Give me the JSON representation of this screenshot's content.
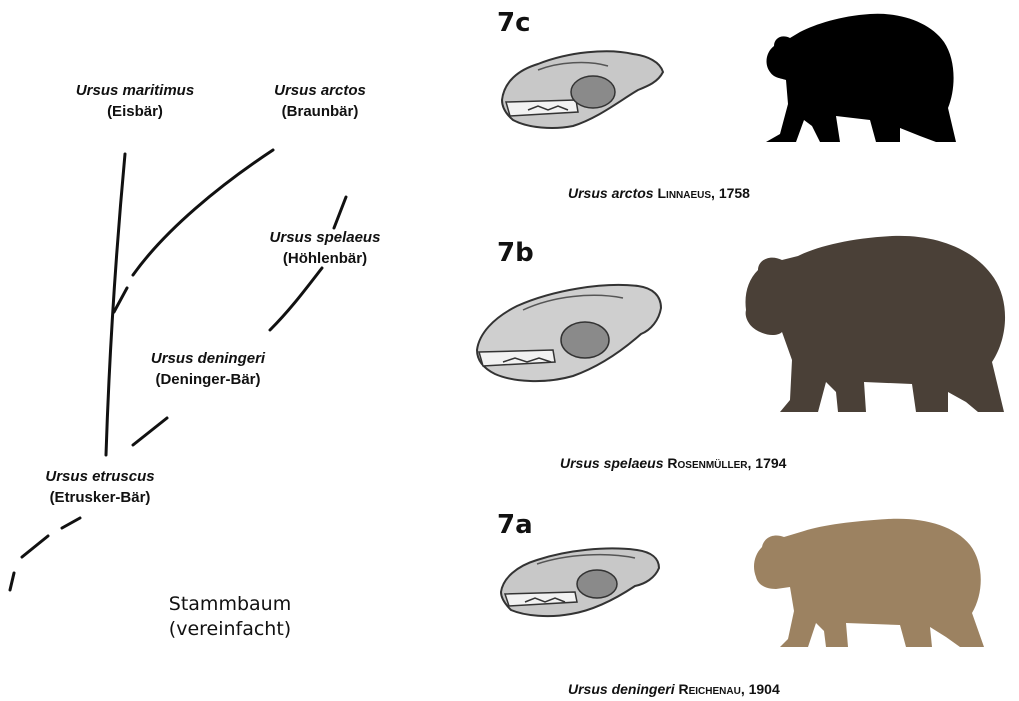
{
  "tree": {
    "taxa": [
      {
        "id": "maritimus",
        "scientific": "Ursus maritimus",
        "common": "(Eisbär)"
      },
      {
        "id": "arctos",
        "scientific": "Ursus arctos",
        "common": "(Braunbär)"
      },
      {
        "id": "spelaeus",
        "scientific": "Ursus spelaeus",
        "common": "(Höhlenbär)"
      },
      {
        "id": "deningeri",
        "scientific": "Ursus deningeri",
        "common": "(Deninger-Bär)"
      },
      {
        "id": "etruscus",
        "scientific": "Ursus etruscus",
        "common": "(Etrusker-Bär)"
      }
    ],
    "title_line1": "Stammbaum",
    "title_line2": "(vereinfacht)"
  },
  "panels": [
    {
      "number": "7c",
      "species": "Ursus arctos",
      "author": "Linnaeus",
      "year": ", 1758",
      "bear_color": "#000000"
    },
    {
      "number": "7b",
      "species": "Ursus spelaeus",
      "author": "Rosenmüller",
      "year": ", 1794",
      "bear_color": "#4a4037"
    },
    {
      "number": "7a",
      "species": "Ursus deningeri",
      "author": "Reichenau",
      "year": ", 1904",
      "bear_color": "#9c8261"
    }
  ]
}
